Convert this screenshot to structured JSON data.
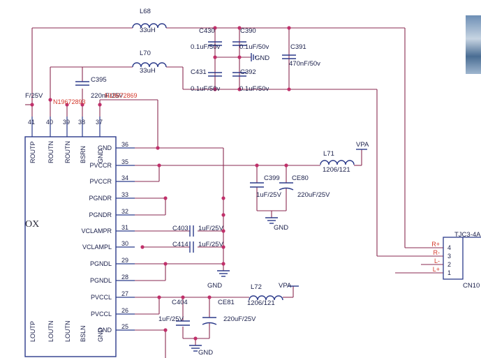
{
  "ic": {
    "part_fragment": "OX",
    "right_pins": [
      {
        "num": "36",
        "name": "GND"
      },
      {
        "num": "35",
        "name": "PVCCR"
      },
      {
        "num": "34",
        "name": "PVCCR"
      },
      {
        "num": "33",
        "name": "PGNDR"
      },
      {
        "num": "32",
        "name": "PGNDR"
      },
      {
        "num": "31",
        "name": "VCLAMPR"
      },
      {
        "num": "30",
        "name": "VCLAMPL"
      },
      {
        "num": "29",
        "name": "PGNDL"
      },
      {
        "num": "28",
        "name": "PGNDL"
      },
      {
        "num": "27",
        "name": "PVCCL"
      },
      {
        "num": "26",
        "name": "PVCCL"
      },
      {
        "num": "25",
        "name": "GND"
      }
    ],
    "top_pins": [
      {
        "num": "41",
        "name": "ROUTP"
      },
      {
        "num": "40",
        "name": "ROUTN"
      },
      {
        "num": "39",
        "name": "ROUTN"
      },
      {
        "num": "38",
        "name": "BSRN"
      },
      {
        "num": "37",
        "name": "GND"
      }
    ],
    "bottom_pins": [
      {
        "num": "",
        "name": "LOUTP"
      },
      {
        "num": "",
        "name": "LOUTN"
      },
      {
        "num": "",
        "name": "LOUTN"
      },
      {
        "num": "",
        "name": "BSLN"
      },
      {
        "num": "",
        "name": "GND"
      }
    ]
  },
  "components": {
    "L68": {
      "ref": "L68",
      "value": "33uH"
    },
    "L70": {
      "ref": "L70",
      "value": "33uH"
    },
    "L71": {
      "ref": "L71",
      "value": "1206/121"
    },
    "L72": {
      "ref": "L72",
      "value": "1206/121"
    },
    "C430": {
      "ref": "C430",
      "value": "0.1uF/50v"
    },
    "C390": {
      "ref": "C390",
      "value": "0.1uF/50v"
    },
    "C431": {
      "ref": "C431",
      "value": "0.1uF/50v"
    },
    "C392": {
      "ref": "C392",
      "value": "0.1uF/50v"
    },
    "C391": {
      "ref": "C391",
      "value": "470nF/50v"
    },
    "C395": {
      "ref": "C395",
      "value": "220nF/25V"
    },
    "C399": {
      "ref": "C399",
      "value": "1uF/25V"
    },
    "CE80": {
      "ref": "CE80",
      "value": "220uF/25V"
    },
    "C403": {
      "ref": "C403",
      "value": "1uF/25V"
    },
    "C414": {
      "ref": "C414",
      "value": "1uF/25V"
    },
    "C404": {
      "ref": "C404",
      "value": "1uF/25V"
    },
    "CE81": {
      "ref": "CE81",
      "value": "220uF/25V"
    },
    "left_cap_fragment": "F/25V"
  },
  "nets": {
    "gnd": "GND",
    "vpa": "VPA",
    "n_label_1": "N19672893",
    "n_label_2": "N19672869"
  },
  "connector": {
    "ref": "TJC3-4A",
    "ref2": "CN10",
    "pins": [
      {
        "num": "4",
        "signal": "R+"
      },
      {
        "num": "3",
        "signal": "R-"
      },
      {
        "num": "2",
        "signal": "L-"
      },
      {
        "num": "1",
        "signal": "L+"
      }
    ]
  },
  "colors": {
    "wire": "#8a2a50",
    "body": "#2b3a8a",
    "text": "#1a1f4a",
    "net_label": "#d4382b",
    "junction": "#c0306a"
  }
}
